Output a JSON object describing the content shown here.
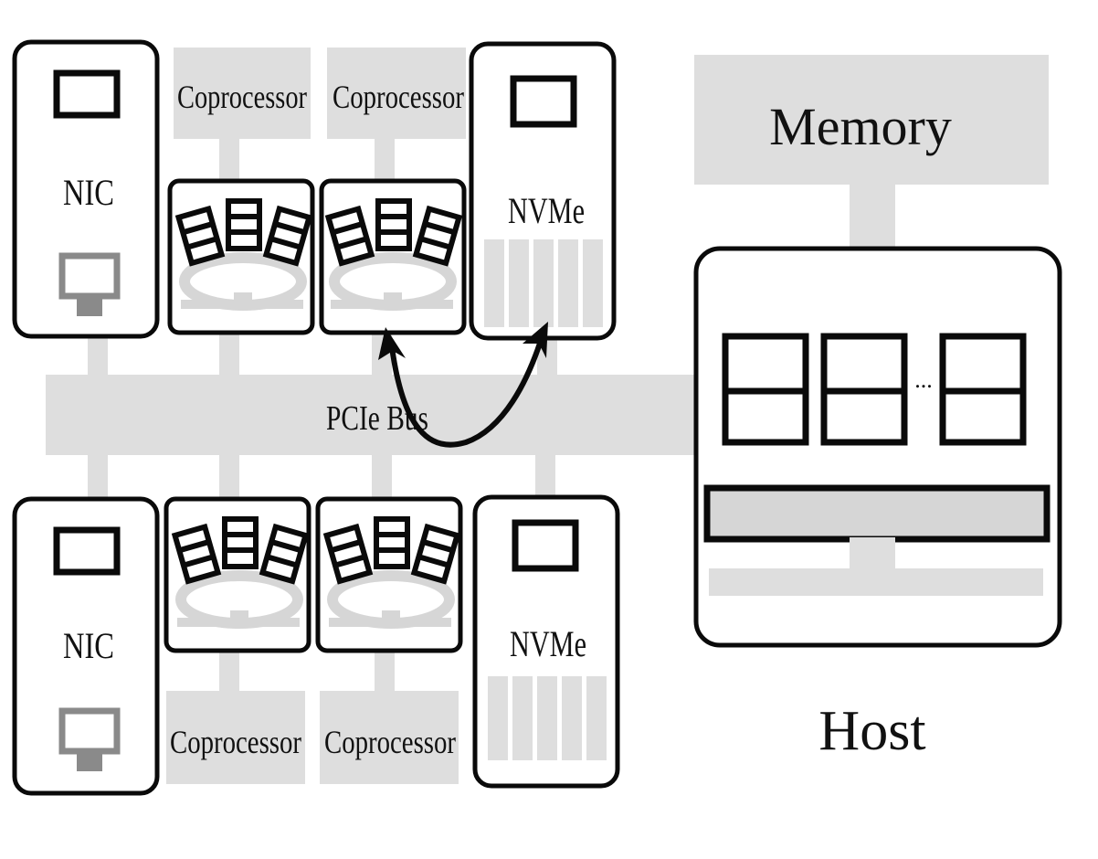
{
  "labels": {
    "memory": "Memory",
    "host": "Host",
    "pcie_bus": "PCIe Bus",
    "nic": "NIC",
    "nvme": "NVMe",
    "coprocessor": "Coprocessor",
    "ellipsis": "..."
  },
  "colors": {
    "bus_gray": "#dedede",
    "outline": "#0a0a0a",
    "arrow": "#0a0a0a",
    "light_gray": "#d6d6d6",
    "mid_gray": "#8a8a8a"
  }
}
